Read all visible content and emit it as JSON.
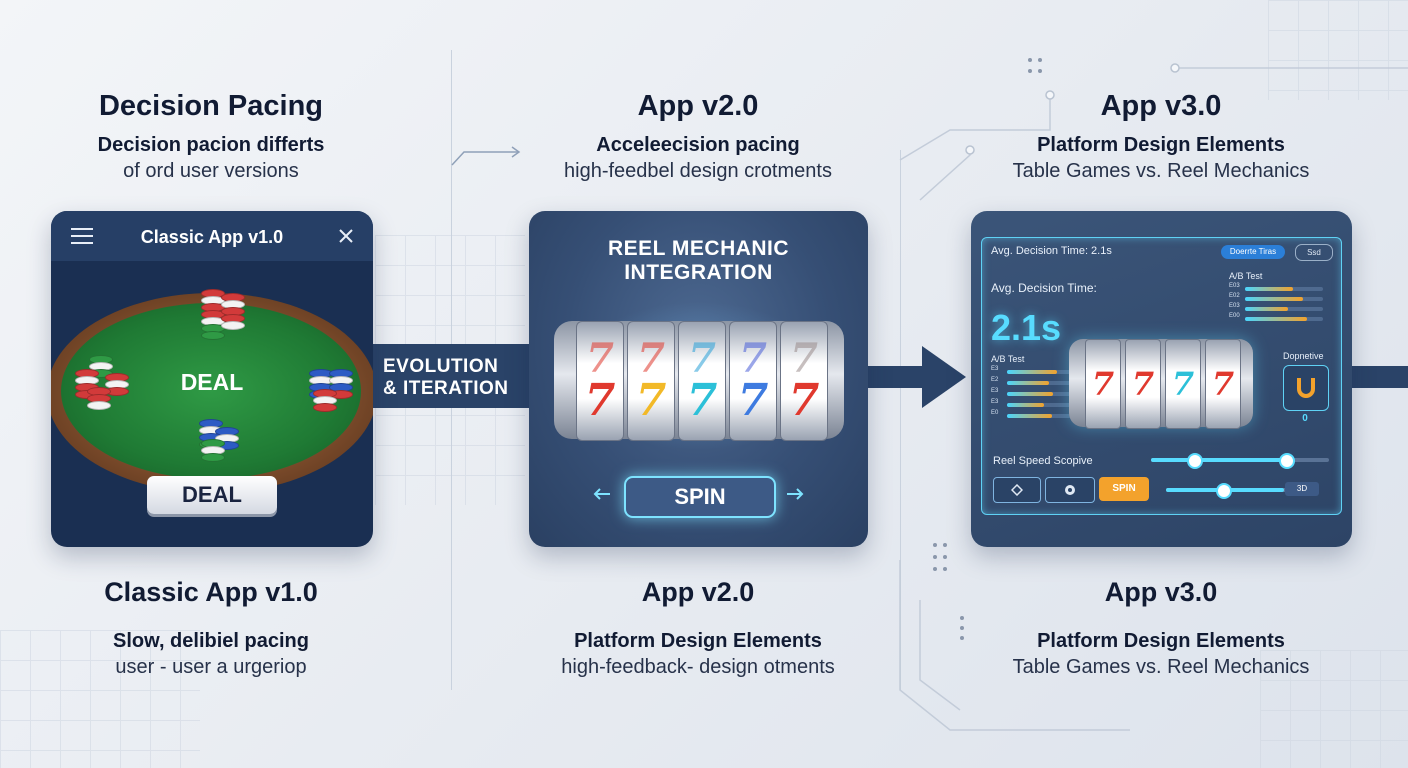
{
  "column1": {
    "title": "Decision Pacing",
    "subtitle_line1": "Decision pacion differts",
    "subtitle_line2": "of ord user versions",
    "bottom_title": "Classic App v1.0",
    "bottom_line1": "Slow, delibiel pacing",
    "bottom_line2": "user - user a urgeriop",
    "panel": {
      "header": "Classic App v1.0",
      "table_label": "DEAL",
      "deal_button": "DEAL"
    }
  },
  "connector": {
    "line1": "EVOLUTION",
    "line2": "& ITERATION"
  },
  "column2": {
    "title": "App v2.0",
    "subtitle_line1": "Acceleecision pacing",
    "subtitle_line2": "high-feedbel design crotments",
    "bottom_title": "App v2.0",
    "bottom_line1": "Platform Design Elements",
    "bottom_line2": "high-feedback- design otments",
    "panel": {
      "title_line1": "REEL MECHANIC",
      "title_line2": "INTEGRATION",
      "spin_button": "SPIN",
      "reel_symbol": "7"
    }
  },
  "column3": {
    "title": "App v3.0",
    "subtitle_line1": "Platform Design Elements",
    "subtitle_line2": "Table Games vs. Reel Mechanics",
    "bottom_title": "App v3.0",
    "bottom_line1": "Platform Design Elements",
    "bottom_line2": "Table Games vs. Reel Mechanics",
    "panel": {
      "top_label": "Avg. Decision Time: 2.1s",
      "top_pill": "Doerrte Tiras",
      "top_pill2": "Ssd",
      "avg_label": "Avg. Decision Time:",
      "avg_value": "2.1s",
      "ab_test_left": "A/B Test",
      "ab_test_right": "A/B Test",
      "dopamine_label": "Dopnetive",
      "dopamine_value": "0",
      "reel_speed_label": "Reel Speed Scopive",
      "spin_button": "SPIN",
      "slider_end_label": "3D",
      "reel_symbol": "7",
      "ab_left_rows": [
        {
          "label": "E3",
          "value": 0.78
        },
        {
          "label": "E2",
          "value": 0.66
        },
        {
          "label": "E3",
          "value": 0.72
        },
        {
          "label": "E3",
          "value": 0.58
        },
        {
          "label": "E0",
          "value": 0.7
        }
      ],
      "ab_right_rows": [
        {
          "label": "E03",
          "value": 0.62
        },
        {
          "label": "E02",
          "value": 0.74
        },
        {
          "label": "E03",
          "value": 0.55
        },
        {
          "label": "E00",
          "value": 0.8
        }
      ]
    }
  },
  "colors": {
    "panel_dark": "#1c3358",
    "panel_mid": "#3a5478",
    "felt": "#1f7a34",
    "accent_cyan": "#49d6ff",
    "accent_orange": "#f3a22c"
  }
}
